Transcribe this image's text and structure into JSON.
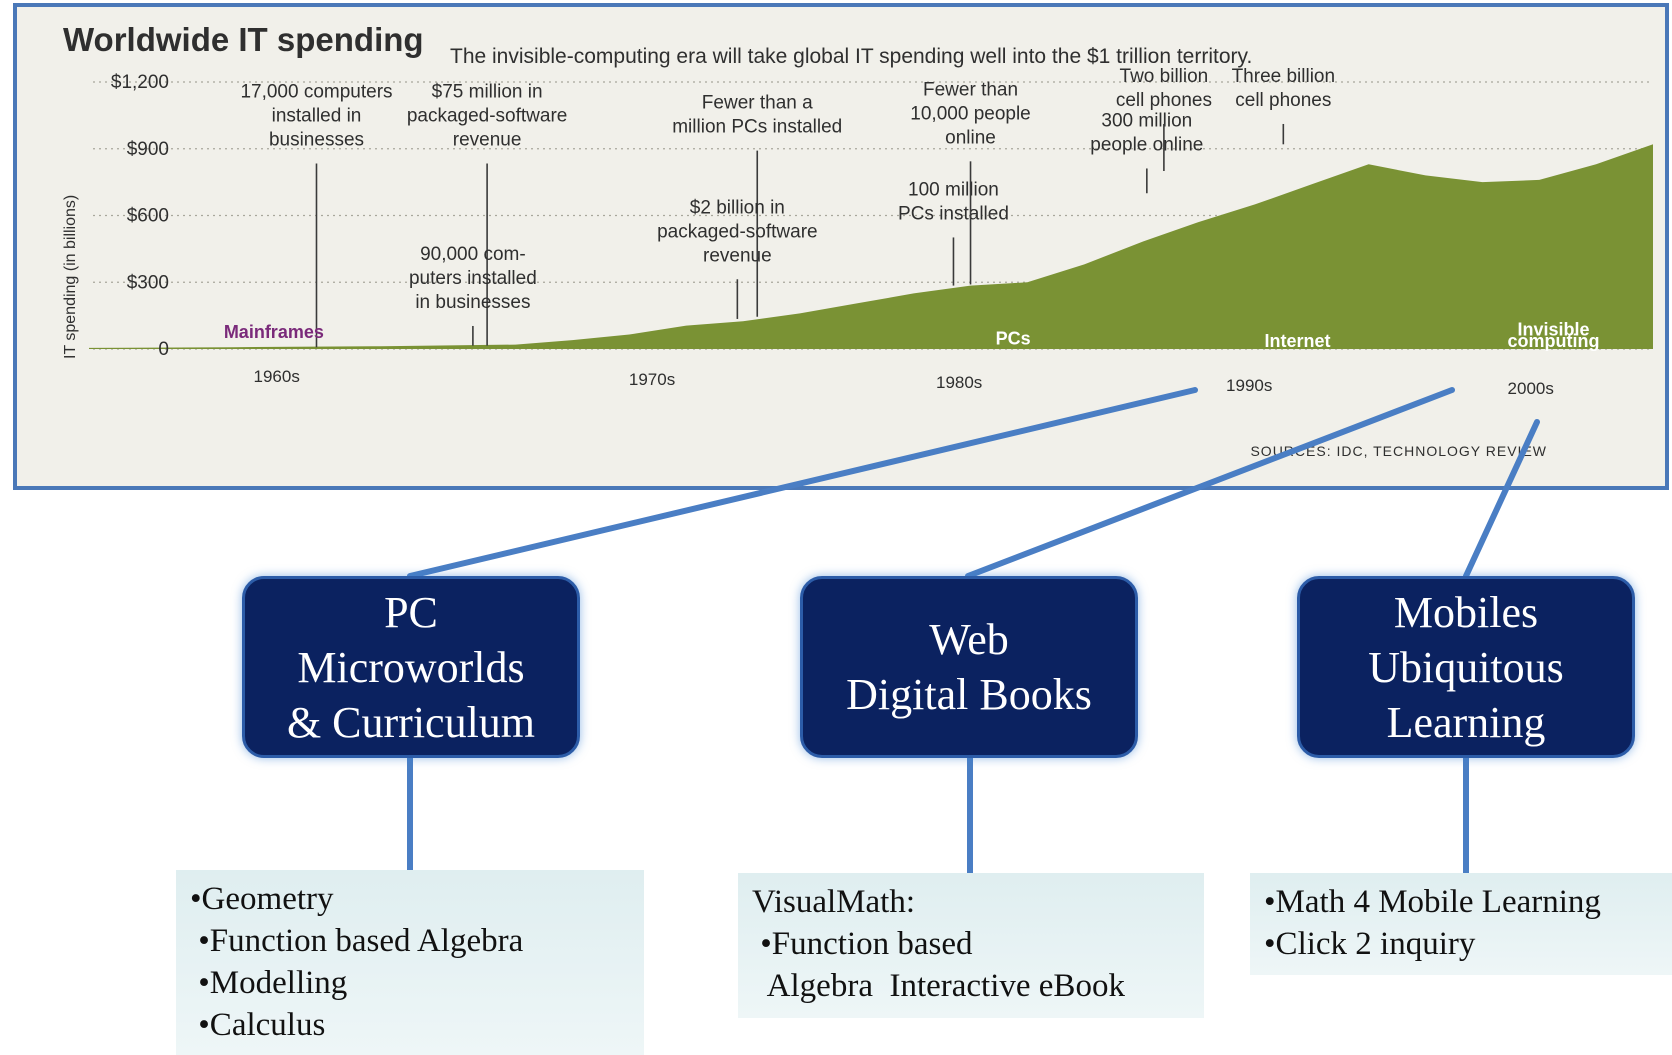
{
  "chart": {
    "title": "Worldwide IT spending",
    "subtitle": "The invisible-computing era will take global IT spending well into the $1 trillion territory.",
    "ylabel": "IT spending (in billions)",
    "source": "SOURCES: IDC, TECHNOLOGY REVIEW",
    "color": "#7a9234"
  },
  "chart_data": {
    "type": "area",
    "title": "Worldwide IT spending",
    "ylabel": "IT spending (in billions)",
    "ylim": [
      0,
      1200
    ],
    "yticks": [
      "$1,200",
      "$900",
      "$600",
      "$300",
      "0"
    ],
    "ytick_values": [
      1200,
      900,
      600,
      300,
      0
    ],
    "decade_labels": [
      "1960s",
      "1970s",
      "1980s",
      "1990s",
      "2000s"
    ],
    "x": [
      1955,
      1960,
      1965,
      1970,
      1972,
      1974,
      1976,
      1978,
      1980,
      1982,
      1984,
      1986,
      1988,
      1990,
      1992,
      1994,
      1996,
      1998,
      2000,
      2002,
      2004,
      2006,
      2008,
      2010
    ],
    "values": [
      5,
      8,
      12,
      20,
      40,
      65,
      105,
      125,
      160,
      205,
      250,
      285,
      300,
      380,
      480,
      570,
      650,
      740,
      830,
      780,
      750,
      760,
      830,
      920
    ],
    "era_labels": [
      {
        "text": "Mainframes",
        "x": 1961.5,
        "y": 50,
        "color": "#7a2a7a"
      },
      {
        "text": "PCs",
        "x": 1987.5,
        "y": 20,
        "color": "#ffffff"
      },
      {
        "text": "Internet",
        "x": 1997.5,
        "y": 10,
        "color": "#ffffff"
      },
      {
        "text": "Invisible",
        "x": 2006.5,
        "y": 60,
        "color": "#ffffff"
      },
      {
        "text": "computing",
        "x": 2006.5,
        "y": 10,
        "color": "#ffffff"
      }
    ],
    "annotations": [
      {
        "lines": [
          "17,000 computers",
          "installed in",
          "businesses"
        ],
        "x": 1963,
        "top": 1220,
        "bottom": 8
      },
      {
        "lines": [
          "$75 million in",
          "packaged-software",
          "revenue"
        ],
        "x": 1969,
        "top": 1220,
        "bottom": 15
      },
      {
        "lines": [
          "90,000 com-",
          "puters installed",
          "in businesses"
        ],
        "x": 1968.5,
        "top": 490,
        "bottom": 15
      },
      {
        "lines": [
          "Fewer than a",
          "million PCs installed"
        ],
        "x": 1978.5,
        "top": 1170,
        "bottom": 145
      },
      {
        "lines": [
          "$2 billion in",
          "packaged-software",
          "revenue"
        ],
        "x": 1977.8,
        "top": 700,
        "bottom": 135
      },
      {
        "lines": [
          "100 million",
          "PCs installed"
        ],
        "x": 1985.4,
        "top": 780,
        "bottom": 285
      },
      {
        "lines": [
          "Fewer than",
          "10,000 people",
          "online"
        ],
        "x": 1986,
        "top": 1230,
        "bottom": 290
      },
      {
        "lines": [
          "300 million",
          "people online"
        ],
        "x": 1992.2,
        "top": 1090,
        "bottom": 700
      },
      {
        "lines": [
          "Two billion",
          "cell phones"
        ],
        "x": 1992.8,
        "top": 1290,
        "bottom": 800
      },
      {
        "lines": [
          "Three billion",
          "cell phones"
        ],
        "x": 1997,
        "top": 1290,
        "bottom": 920
      }
    ]
  },
  "boxes": [
    {
      "lines": [
        "PC",
        "Microworlds",
        "& Curriculum"
      ]
    },
    {
      "lines": [
        "Web",
        "Digital Books"
      ]
    },
    {
      "lines": [
        "Mobiles",
        "Ubiquitous",
        "Learning"
      ]
    }
  ],
  "lists": [
    {
      "items": [
        "•Geometry",
        " •Function based Algebra",
        " •Modelling",
        " •Calculus"
      ]
    },
    {
      "items": [
        "VisualMath:",
        " •Function based",
        "  Algebra  Interactive eBook"
      ]
    },
    {
      "items": [
        "•Math 4 Mobile Learning",
        "•Click 2 inquiry"
      ]
    }
  ],
  "colors": {
    "box_bg": "#0b2260",
    "connector": "#4a7ec4",
    "frame": "#4a78b8"
  }
}
